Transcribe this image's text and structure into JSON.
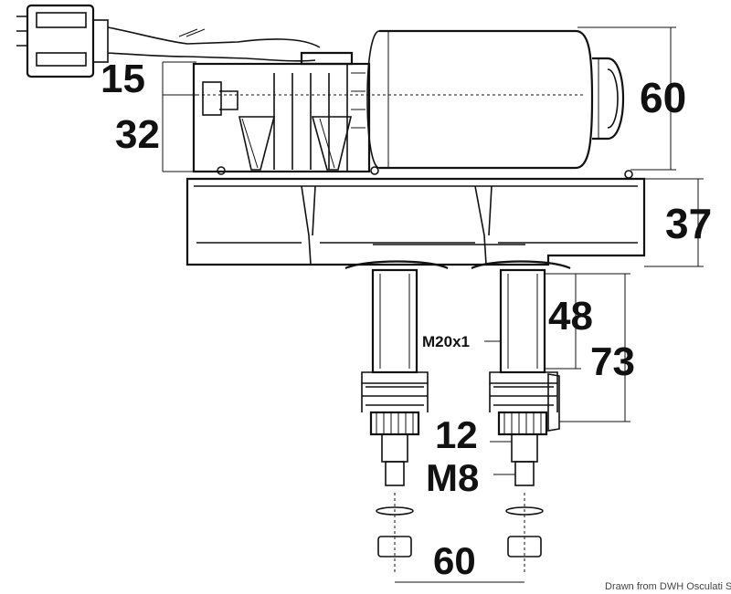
{
  "dimensions": {
    "d15": "15",
    "d32": "32",
    "d60_top": "60",
    "d37": "37",
    "thread": "M20x1",
    "d48": "48",
    "d73": "73",
    "d12": "12",
    "bolt": "M8",
    "d60_bottom": "60"
  },
  "credit": "Drawn from DWH Osculati SpA"
}
